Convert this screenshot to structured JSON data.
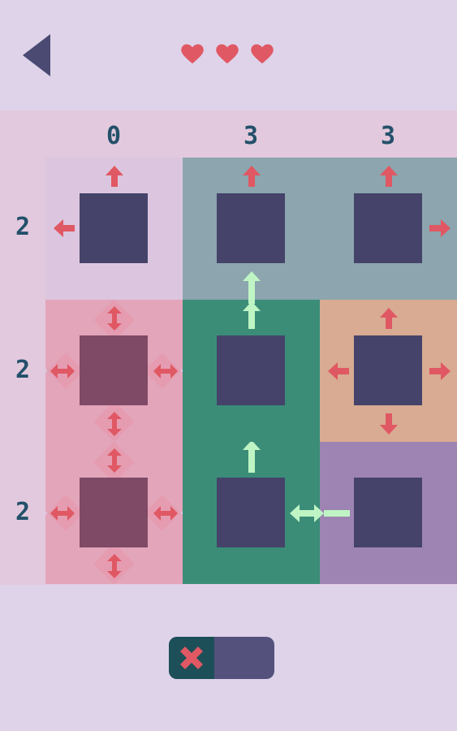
{
  "hud": {
    "lives": 3,
    "heart_color": "#e05863",
    "back_icon": "triangle-left"
  },
  "board": {
    "columns": [
      "0",
      "3",
      "3"
    ],
    "rows": [
      "2",
      "2",
      "2"
    ],
    "cells": [
      {
        "row": 0,
        "col": 0,
        "color": "#dcc6df",
        "arrows": [
          "up",
          "left"
        ],
        "arrow_color": "#e05863"
      },
      {
        "row": 0,
        "col": 1,
        "color": "#8ca5ae",
        "arrows": [
          "up"
        ],
        "arrow_color": "#e05863"
      },
      {
        "row": 0,
        "col": 2,
        "color": "#8ca5ae",
        "arrows": [
          "up",
          "right"
        ],
        "arrow_color": "#e05863"
      },
      {
        "row": 1,
        "col": 0,
        "color": "#dcc6df",
        "blocked": true,
        "arrow_color": "#e05863"
      },
      {
        "row": 1,
        "col": 1,
        "color": "#3b8d78",
        "arrows": [
          "up"
        ],
        "arrow_color": "#bff5c4"
      },
      {
        "row": 1,
        "col": 2,
        "color": "#d8ab92",
        "arrows": [
          "up",
          "left",
          "right",
          "down"
        ],
        "arrow_color": "#e05863"
      },
      {
        "row": 2,
        "col": 0,
        "color": "#dcc6df",
        "blocked": true,
        "arrow_color": "#e05863"
      },
      {
        "row": 2,
        "col": 1,
        "color": "#3b8d78",
        "arrows": [
          "up"
        ],
        "arrow_color": "#bff5c4"
      },
      {
        "row": 2,
        "col": 2,
        "color": "#9e84b2",
        "arrows": [
          "left"
        ],
        "arrow_color": "#bff5c4"
      }
    ]
  },
  "controls": {
    "toggle_state": "off",
    "toggle_icon": "x-mark"
  }
}
